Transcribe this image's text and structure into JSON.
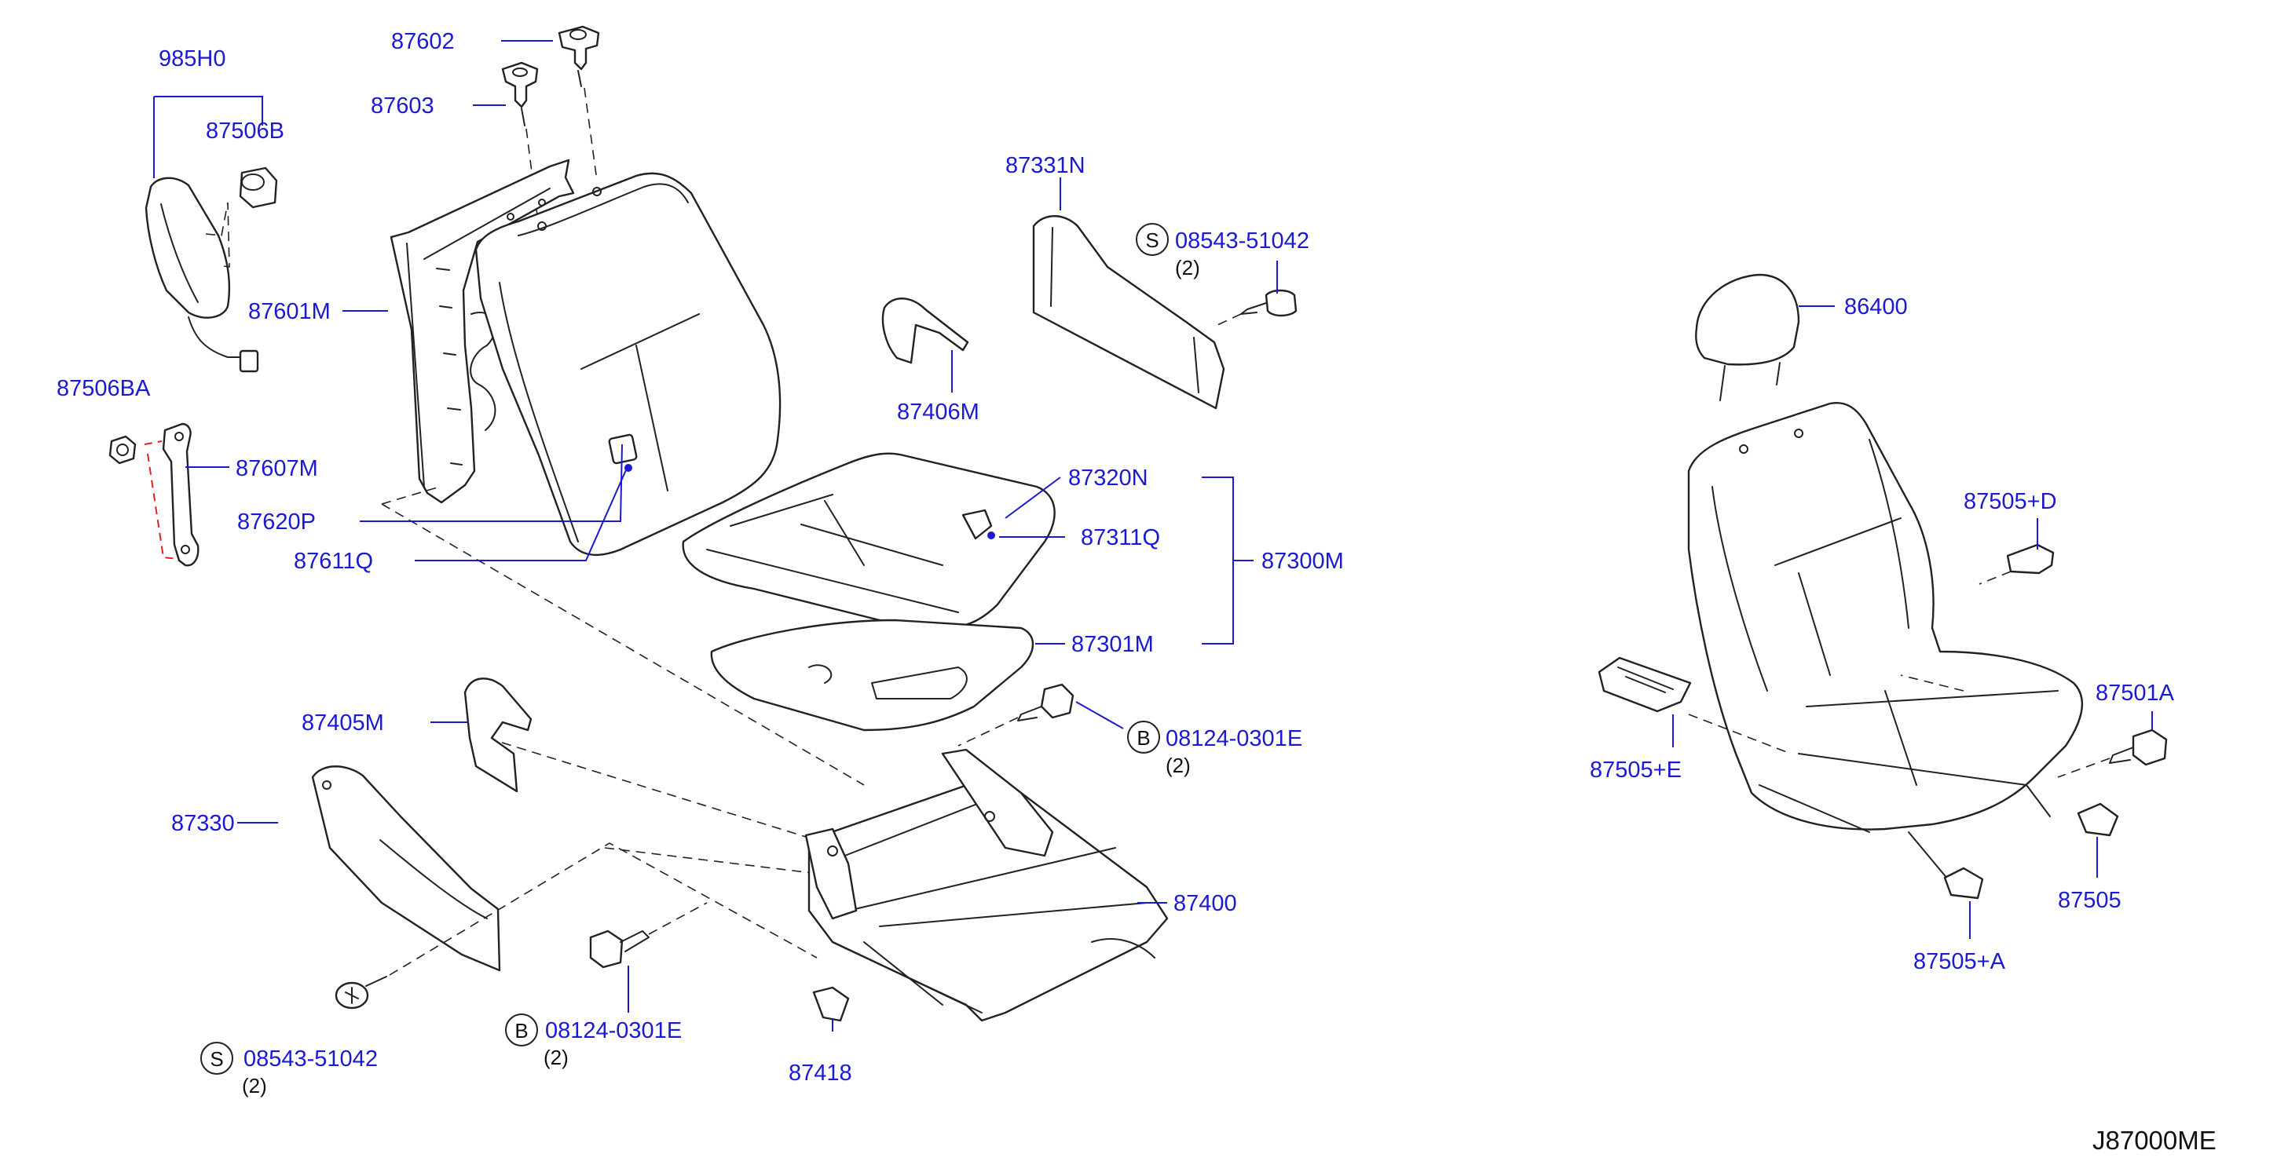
{
  "diagram_code": "J87000ME",
  "colors": {
    "part_number": "#1a1ad0",
    "line": "#222222",
    "leader": "#1a1ad0",
    "red_dash": "#e02020"
  },
  "callouts": {
    "p985H0": "985H0",
    "p87506B": "87506B",
    "p87602": "87602",
    "p87603": "87603",
    "p87601M": "87601M",
    "p87506BA": "87506BA",
    "p87607M": "87607M",
    "p87620P": "87620P",
    "p87611Q": "87611Q",
    "p87331N": "87331N",
    "p08543_top": "08543-51042",
    "q08543_top": "(2)",
    "p87406M": "87406M",
    "p87320N": "87320N",
    "p87311Q": "87311Q",
    "p87300M": "87300M",
    "p87301M": "87301M",
    "p08124_mid": "08124-0301E",
    "q08124_mid": "(2)",
    "p87405M": "87405M",
    "p87330": "87330",
    "p87400": "87400",
    "p08543_bottom": "08543-51042",
    "q08543_bottom": "(2)",
    "p08124_bottom": "08124-0301E",
    "q08124_bottom": "(2)",
    "p87418": "87418",
    "p86400": "86400",
    "p87505D": "87505+D",
    "p87501A": "87501A",
    "p87505E": "87505+E",
    "p87505": "87505",
    "p87505A": "87505+A"
  },
  "symbols": {
    "screw": "S",
    "bolt": "B"
  }
}
